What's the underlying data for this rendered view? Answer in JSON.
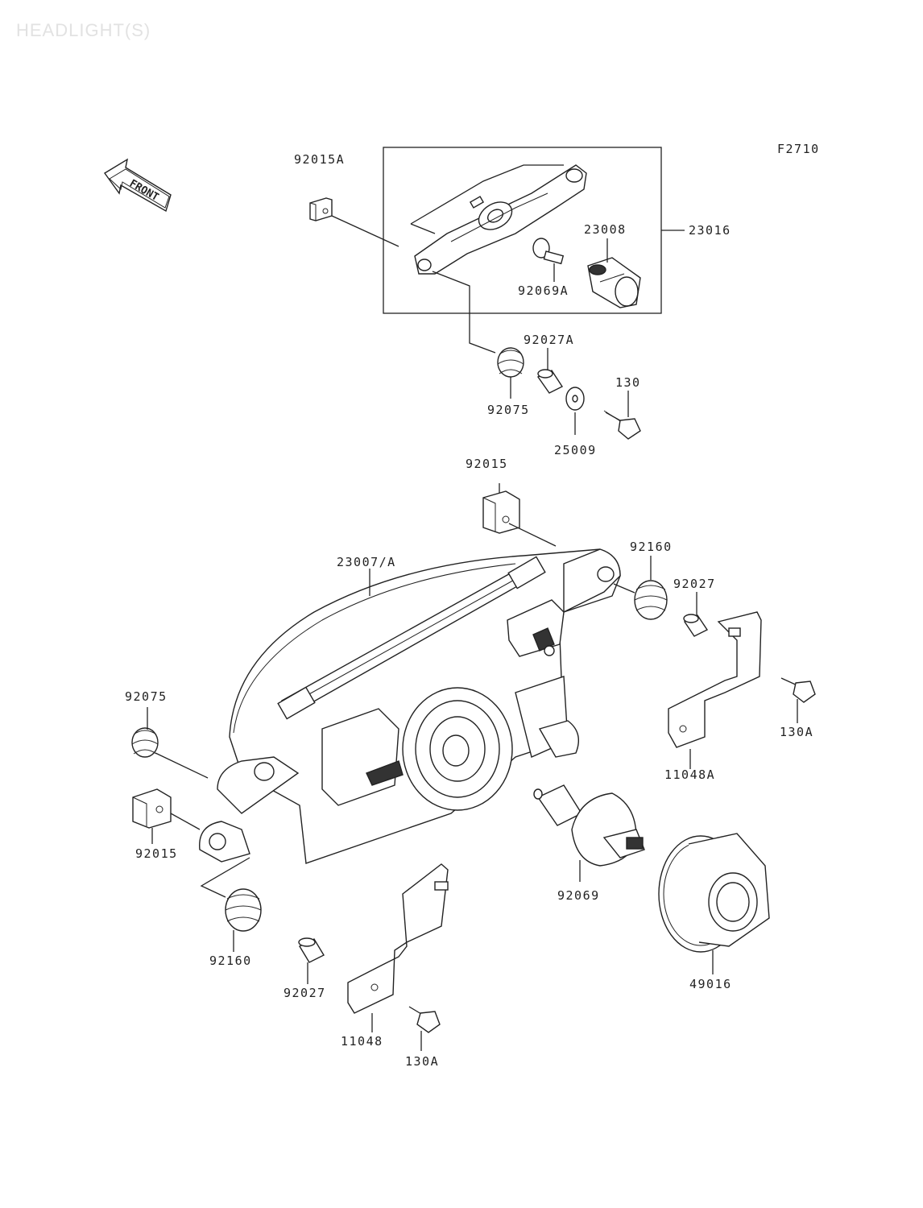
{
  "watermark": "HEADLIGHT(S)",
  "figure_code": "F2710",
  "front_arrow": "FRONT",
  "parts": {
    "p92015A": "92015A",
    "p23016": "23016",
    "p23008": "23008",
    "p92069A": "92069A",
    "p92027A": "92027A",
    "p130": "130",
    "p92075_top": "92075",
    "p25009": "25009",
    "p92015_top": "92015",
    "p92160_right": "92160",
    "p23007A": "23007/A",
    "p92027_right": "92027",
    "p130A_right": "130A",
    "p92075_left": "92075",
    "p11048A": "11048A",
    "p92015_left": "92015",
    "p92069": "92069",
    "p92160_left": "92160",
    "p49016": "49016",
    "p92027_bottom": "92027",
    "p11048": "11048",
    "p130A_bottom": "130A"
  }
}
